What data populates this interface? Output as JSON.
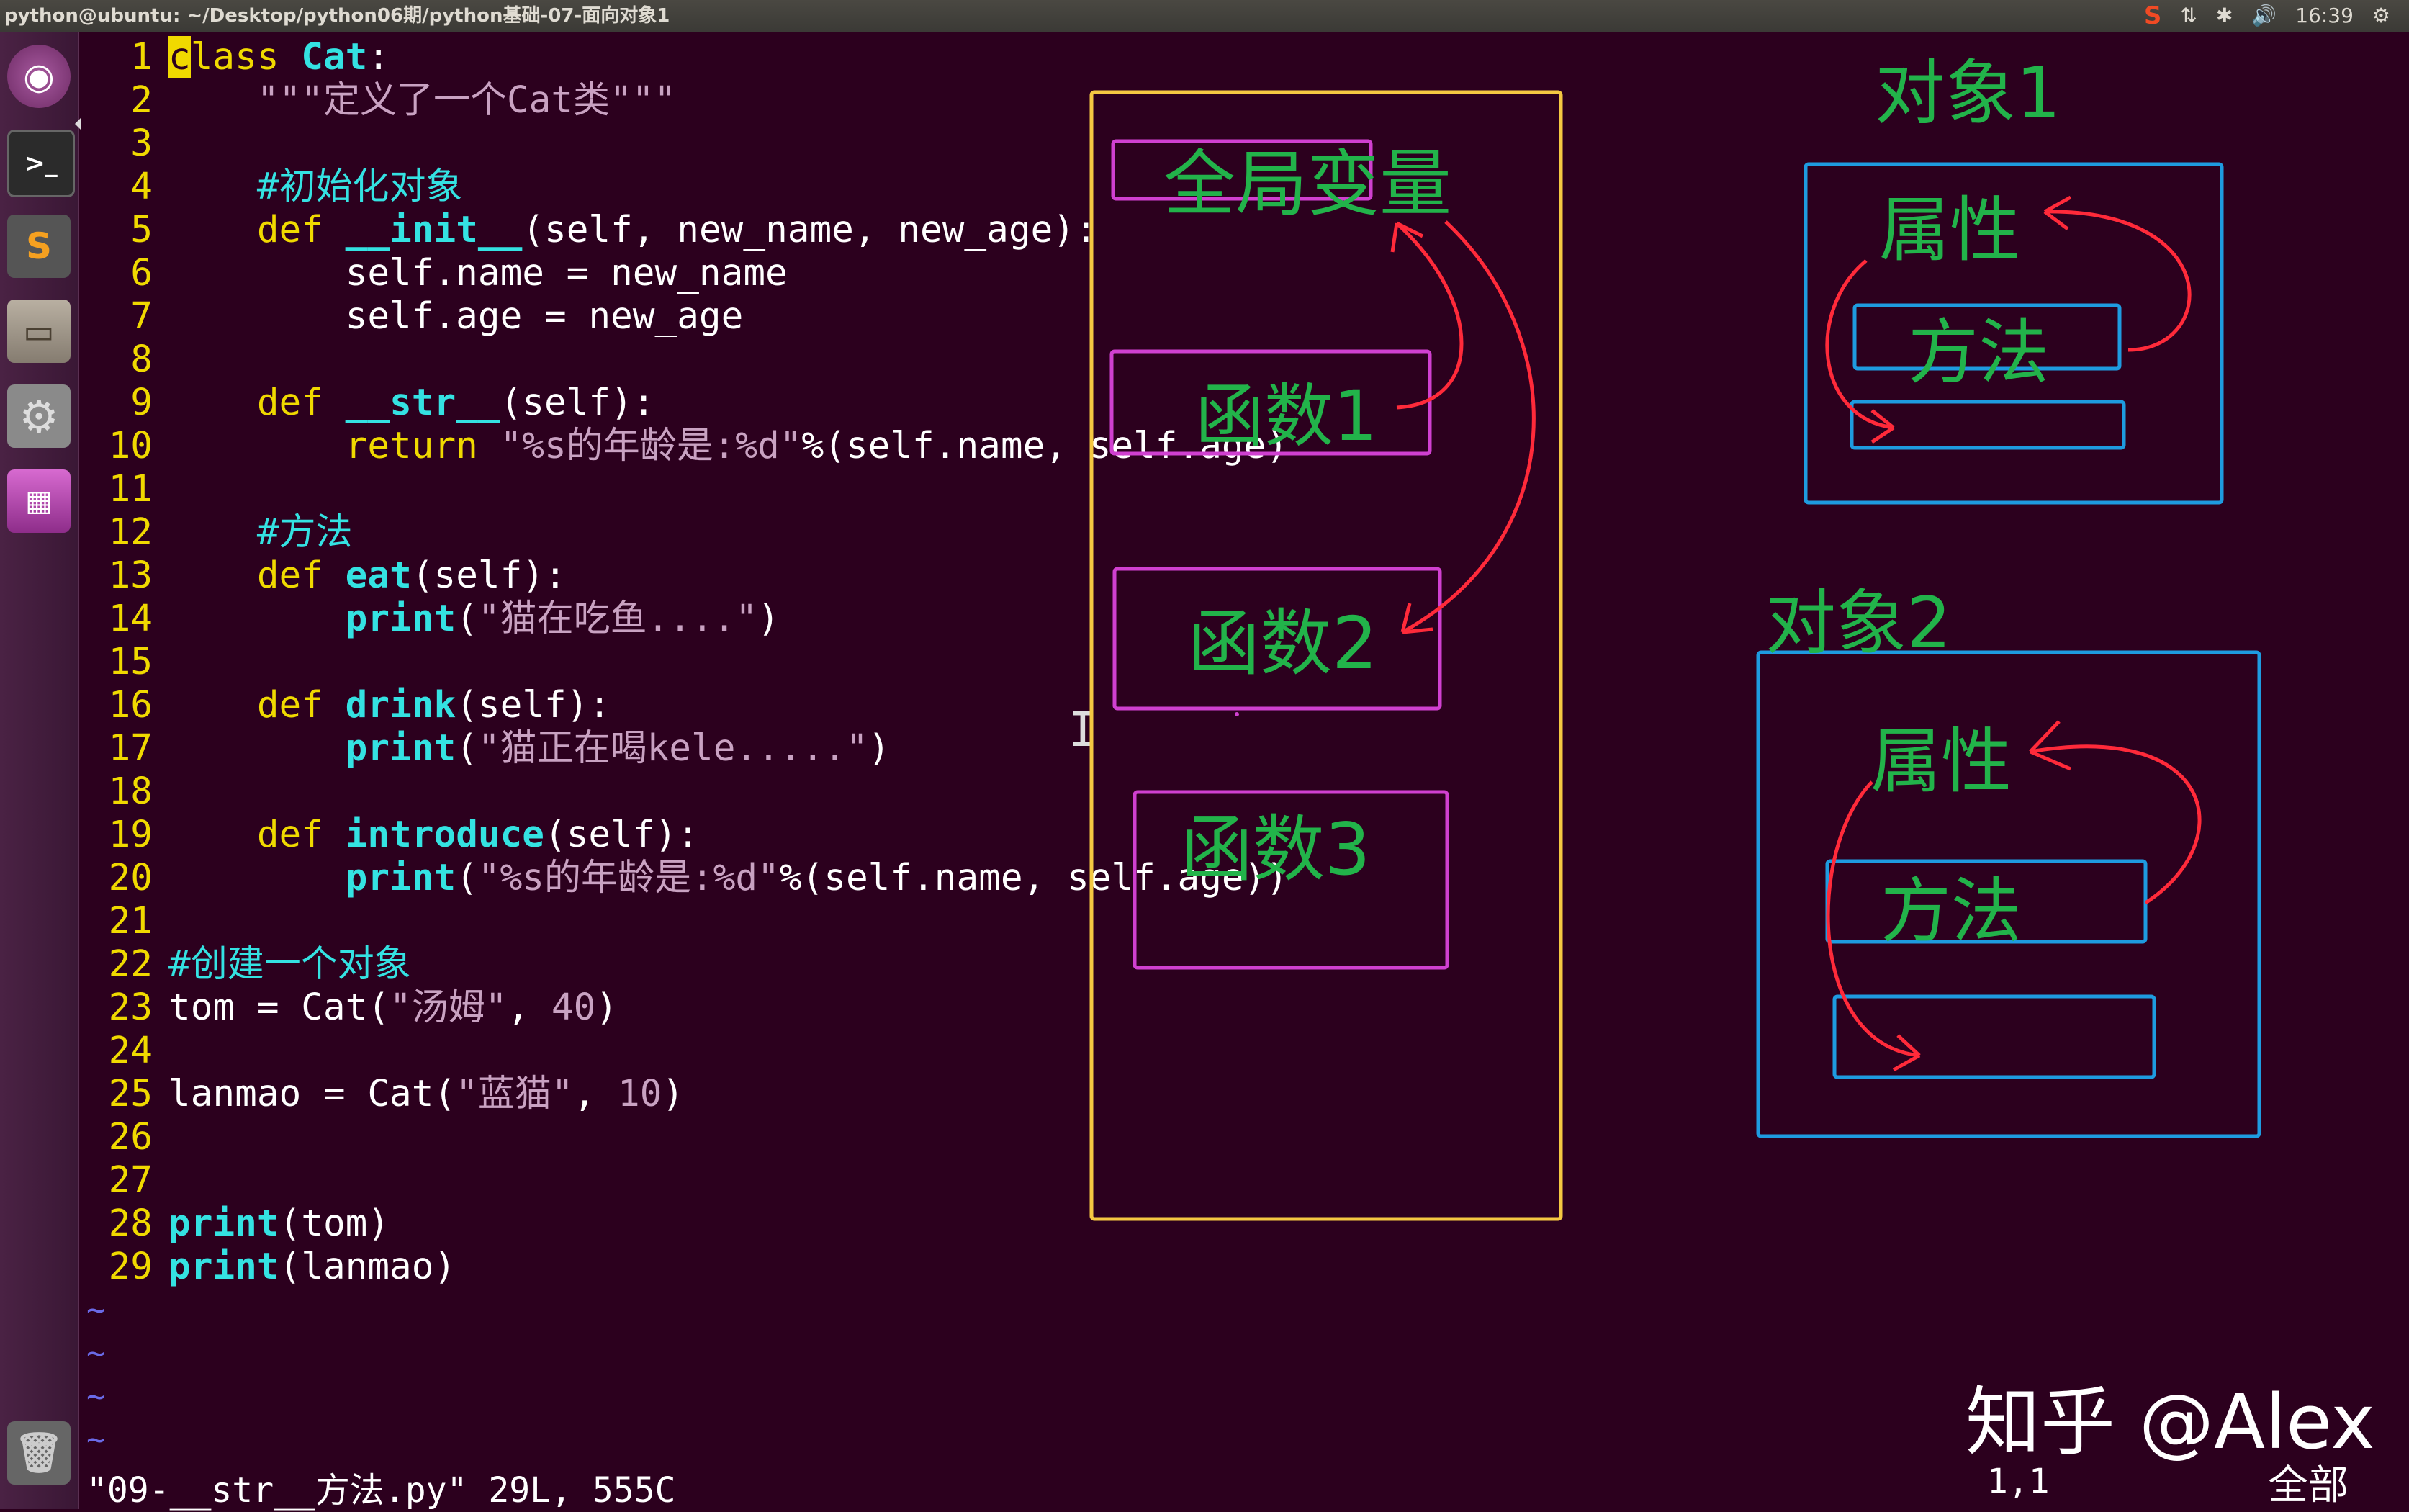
{
  "window": {
    "title": "python@ubuntu: ~/Desktop/python06期/python基础-07-面向对象1",
    "clock": "16:39"
  },
  "tray": {
    "sogou": "S",
    "network": "⇅",
    "bluetooth": "✱",
    "volume": "🔊",
    "gear": "⚙"
  },
  "launcher": {
    "home": "◉",
    "terminal": ">_",
    "sublime": "S",
    "files": "▭",
    "settings": "⚙",
    "workspaces": "▦",
    "trash": "🗑"
  },
  "code": {
    "numbers": [
      "1",
      "2",
      "3",
      "4",
      "5",
      "6",
      "7",
      "8",
      "9",
      "10",
      "11",
      "12",
      "13",
      "14",
      "15",
      "16",
      "17",
      "18",
      "19",
      "20",
      "21",
      "22",
      "23",
      "24",
      "25",
      "26",
      "27",
      "28",
      "29"
    ],
    "l1": {
      "cursor": "c",
      "kw": "lass",
      "name": "Cat",
      "rest": ":"
    },
    "l2": {
      "indent": "    ",
      "doc": "\"\"\"定义了一个Cat类\"\"\""
    },
    "l4": {
      "indent": "    ",
      "comment": "#初始化对象"
    },
    "l5": {
      "indent": "    ",
      "kw": "def",
      "fn": "__init__",
      "rest": "(self, new_name, new_age):"
    },
    "l6": {
      "text": "        self.name = new_name"
    },
    "l7": {
      "text": "        self.age = new_age"
    },
    "l9": {
      "indent": "    ",
      "kw": "def",
      "fn": "__str__",
      "rest": "(self):"
    },
    "l10": {
      "indent": "        ",
      "kw": "return",
      "str": "\"%s的年龄是:%d\"",
      "rest": "%(self.name, self.age)"
    },
    "l12": {
      "indent": "    ",
      "comment": "#方法"
    },
    "l13": {
      "indent": "    ",
      "kw": "def",
      "fn": "eat",
      "rest": "(self):"
    },
    "l14": {
      "indent": "        ",
      "fn": "print",
      "lp": "(",
      "str": "\"猫在吃鱼....\"",
      "rp": ")"
    },
    "l16": {
      "indent": "    ",
      "kw": "def",
      "fn": "drink",
      "rest": "(self):"
    },
    "l17": {
      "indent": "        ",
      "fn": "print",
      "lp": "(",
      "str": "\"猫正在喝kele.....\"",
      "rp": ")"
    },
    "l19": {
      "indent": "    ",
      "kw": "def",
      "fn": "introduce",
      "rest": "(self):"
    },
    "l20": {
      "indent": "        ",
      "fn": "print",
      "lp": "(",
      "str": "\"%s的年龄是:%d\"",
      "rest": "%(self.name, self.age))"
    },
    "l22": {
      "comment": "#创建一个对象"
    },
    "l23": {
      "pre": "tom = Cat(",
      "str": "\"汤姆\"",
      "mid": ", ",
      "num": "40",
      "rp": ")"
    },
    "l25": {
      "pre": "lanmao = Cat(",
      "str": "\"蓝猫\"",
      "mid": ", ",
      "num": "10",
      "rp": ")"
    },
    "l28": {
      "fn": "print",
      "rest": "(tom)"
    },
    "l29": {
      "fn": "print",
      "rest": "(lanmao)"
    },
    "tilde": "~"
  },
  "status": {
    "file": "\"09-__str__方法.py\" 29L, 555C",
    "position": "1,1",
    "scroll": "全部"
  },
  "annotations": {
    "global": "全局变量",
    "func1": "函数1",
    "func2": "函数2",
    "func3": "函数3",
    "obj1": "对象1",
    "obj2": "对象2",
    "attr1": "属性",
    "method1": "方法",
    "attr2": "属性",
    "method2": "方法"
  },
  "watermark": "知乎 @Alex",
  "colors": {
    "background": "#2c001e",
    "lineNumber": "#f0d900",
    "keyword": "#34e2e2",
    "string": "#c9a2c2",
    "boxYellow": "#f5c842",
    "boxMagenta": "#d040d0",
    "boxBlue": "#1e9be0",
    "arrowRed": "#ff2a3a",
    "handText": "#22b34a"
  }
}
